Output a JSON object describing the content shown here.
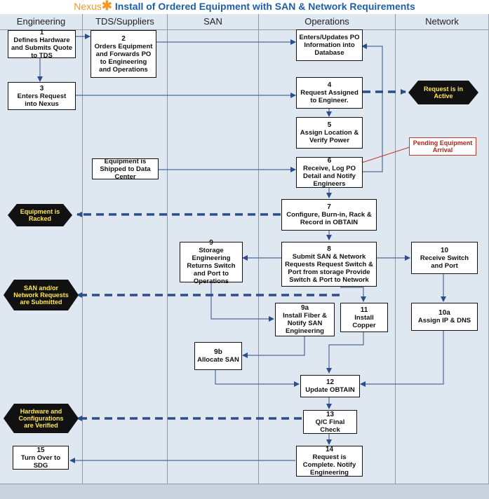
{
  "title": {
    "brand": "Nexus",
    "text": "Install of Ordered Equipment with SAN & Network Requirements"
  },
  "lanes": [
    "Engineering",
    "TDS/Suppliers",
    "SAN",
    "Operations",
    "Network"
  ],
  "steps": {
    "s1": {
      "num": "1",
      "text": "Defines Hardware and Submits Quote to TDS"
    },
    "s2": {
      "num": "2",
      "text": "Orders Equipment and Forwards PO to Engineering and Operations"
    },
    "s2b": {
      "num": "",
      "text": "Enters/Updates PO Information into Database"
    },
    "s3": {
      "num": "3",
      "text": "Enters Request into Nexus"
    },
    "s4": {
      "num": "4",
      "text": "Request Assigned to Engineer."
    },
    "s5": {
      "num": "5",
      "text": "Assign Location & Verify Power"
    },
    "ship": {
      "num": "",
      "text": "Equipment is Shipped to Data Center"
    },
    "s6": {
      "num": "6",
      "text": "Receive, Log PO Detail and Notify Engineers"
    },
    "s7": {
      "num": "7",
      "text": "Configure, Burn-in, Rack & Record in OBTAIN"
    },
    "s8": {
      "num": "8",
      "text": "Submit SAN & Network Requests Request Switch & Port from storage Provide Switch & Port to Network"
    },
    "s9": {
      "num": "9",
      "text": "Storage Engineering Returns Switch and Port to Operations"
    },
    "s10": {
      "num": "10",
      "text": "Receive Switch and Port"
    },
    "s9a": {
      "num": "9a",
      "text": "Install Fiber & Notify SAN Engineering"
    },
    "s11": {
      "num": "11",
      "text": "Install Copper"
    },
    "s10a": {
      "num": "10a",
      "text": "Assign IP & DNS"
    },
    "s9b": {
      "num": "9b",
      "text": "Allocate SAN"
    },
    "s12": {
      "num": "12",
      "text": "Update OBTAIN"
    },
    "s13": {
      "num": "13",
      "text": "Q/C Final Check"
    },
    "s14": {
      "num": "14",
      "text": "Request is Complete. Notify Engineering"
    },
    "s15": {
      "num": "15",
      "text": "Turn Over to SDG"
    }
  },
  "statuses": {
    "active": "Request is in Active",
    "racked": "Equipment is Racked",
    "submitted": "SAN and/or Network Requests are Submitted",
    "verified": "Hardware and Configurations are Verified",
    "pending": "Pending Equipment Arrival"
  },
  "colors": {
    "title": "#1f5fa8",
    "brand": "#f39a23",
    "arrow": "#2b4d8c",
    "status_text": "#ffe74d",
    "pending": "#b02418"
  }
}
